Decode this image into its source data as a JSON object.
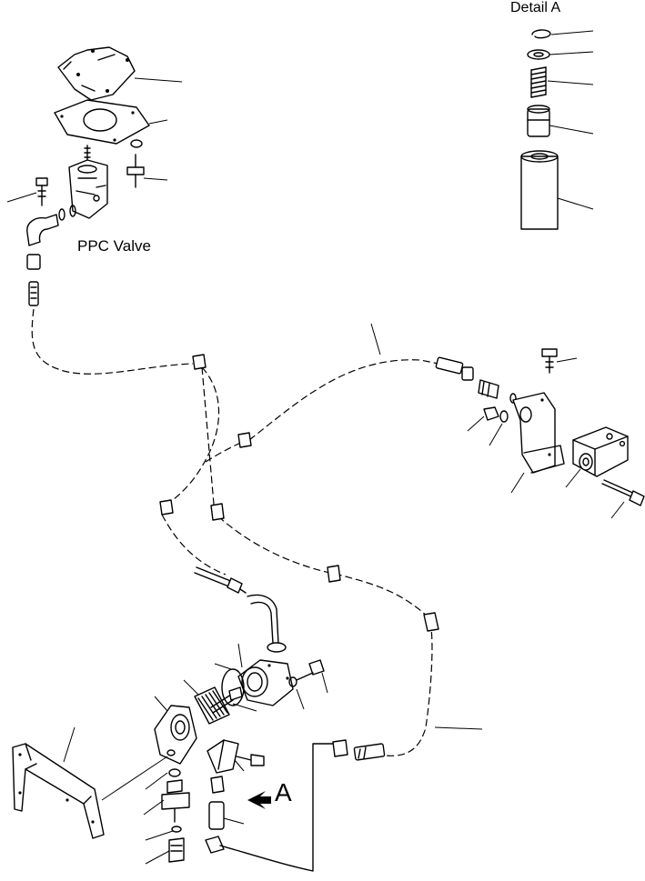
{
  "labels": {
    "detail": "Detail A",
    "ppc_valve": "PPC Valve",
    "view_marker": "A"
  },
  "colors": {
    "line": "#000000",
    "background": "#ffffff"
  },
  "icons": {
    "view_arrow": "arrow-right-icon"
  }
}
